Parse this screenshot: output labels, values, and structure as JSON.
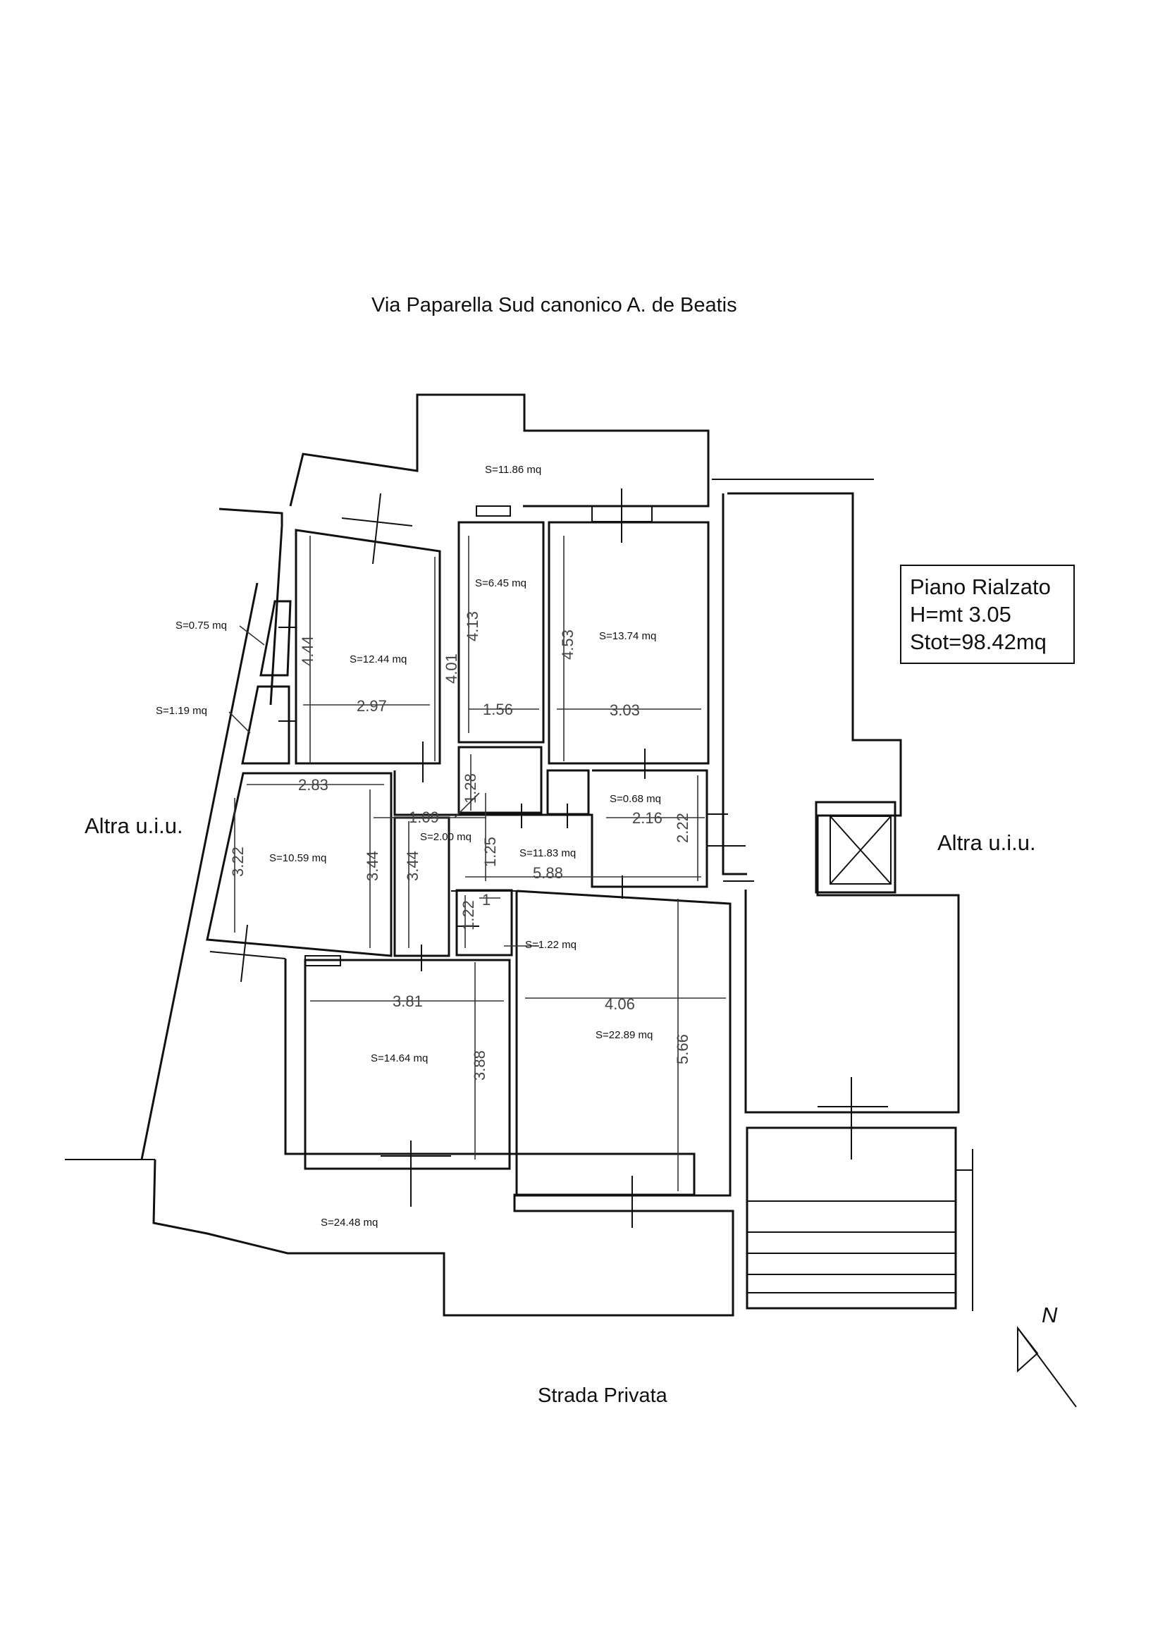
{
  "street_top": "Via Paparella Sud canonico A. de Beatis",
  "street_bottom": "Strada Privata",
  "neighbors": {
    "left": "Altra u.i.u.",
    "right": "Altra u.i.u."
  },
  "north_label": "N",
  "info": {
    "floor": "Piano Rialzato",
    "height": "H=mt 3.05",
    "total_area": "Stot=98.42mq"
  },
  "room_areas": {
    "balcony_north": "S=11.86 mq",
    "room_nw": "S=12.44 mq",
    "room_north_center": "S=6.45 mq",
    "room_ne": "S=13.74 mq",
    "closet_upper_left": "S=0.75 mq",
    "closet_lower_left": "S=1.19 mq",
    "room_west": "S=10.59 mq",
    "closet_center": "S=2.00 mq",
    "closet_right": "S=0.68 mq",
    "hallway": "S=11.83 mq",
    "closet_small": "S=1.22 mq",
    "room_sw": "S=14.64 mq",
    "room_se": "S=22.89 mq",
    "courtyard_south": "S=24.48 mq"
  },
  "dimensions": {
    "d_4_44": "4.44",
    "d_2_97": "2.97",
    "d_4_01": "4.01",
    "d_4_13": "4.13",
    "d_1_56": "1.56",
    "d_4_53": "4.53",
    "d_3_03": "3.03",
    "d_2_83": "2.83",
    "d_1_28": "1.28",
    "d_1_09": "1.09",
    "d_2_16": "2.16",
    "d_2_22": "2.22",
    "d_3_22": "3.22",
    "d_3_44a": "3.44",
    "d_3_44b": "3.44",
    "d_1_25": "1.25",
    "d_5_88": "5.88",
    "d_1_22": "1.22",
    "d_1": "1",
    "d_3_81": "3.81",
    "d_3_88": "3.88",
    "d_4_06": "4.06",
    "d_5_66": "5.66"
  }
}
